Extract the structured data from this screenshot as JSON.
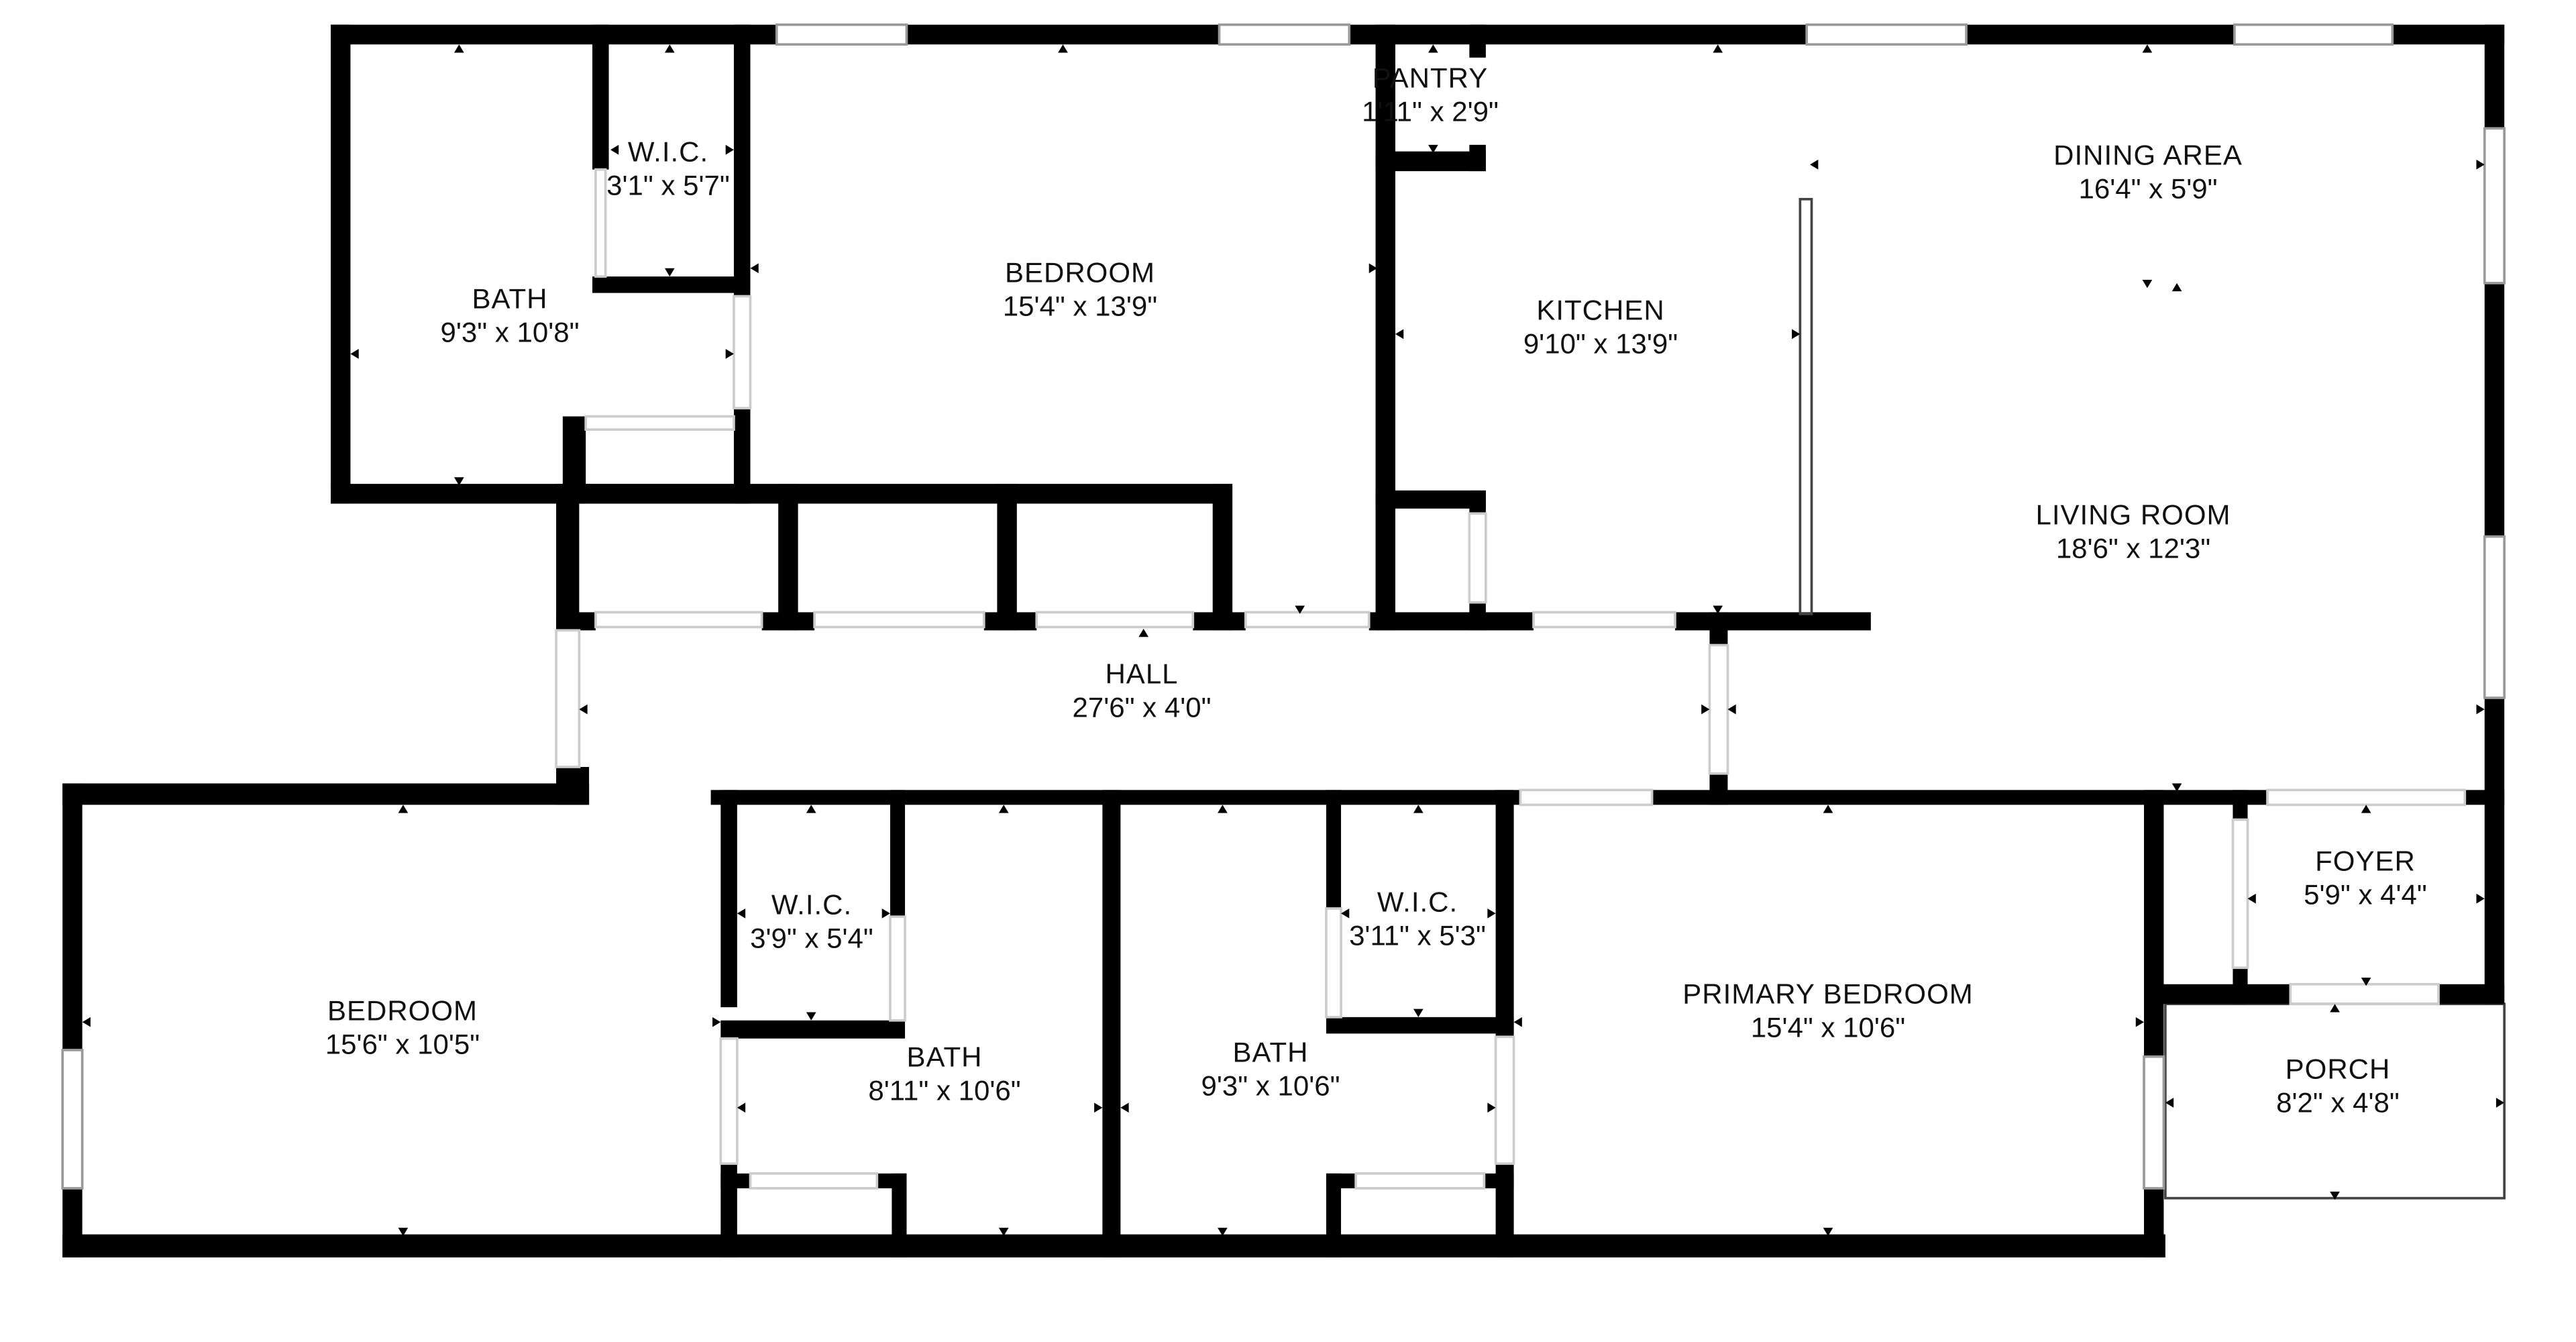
{
  "colors": {
    "wall": "#000000",
    "background": "#ffffff",
    "window_frame": "#9a9a9a",
    "opening": "#cccccc",
    "porch_outline": "#444444",
    "text": "#111111"
  },
  "rooms": [
    {
      "id": "bath-nw",
      "name": "BATH",
      "dims": "9'3\" x 10'8\""
    },
    {
      "id": "wic-nw",
      "name": "W.I.C.",
      "dims": "3'1\" x 5'7\""
    },
    {
      "id": "bedroom-north",
      "name": "BEDROOM",
      "dims": "15'4\" x 13'9\""
    },
    {
      "id": "pantry",
      "name": "PANTRY",
      "dims": "1'11\" x 2'9\""
    },
    {
      "id": "kitchen",
      "name": "KITCHEN",
      "dims": "9'10\" x 13'9\""
    },
    {
      "id": "dining-area",
      "name": "DINING AREA",
      "dims": "16'4\" x 5'9\""
    },
    {
      "id": "living-room",
      "name": "LIVING ROOM",
      "dims": "18'6\" x 12'3\""
    },
    {
      "id": "hall",
      "name": "HALL",
      "dims": "27'6\" x 4'0\""
    },
    {
      "id": "bedroom-southwest",
      "name": "BEDROOM",
      "dims": "15'6\" x 10'5\""
    },
    {
      "id": "wic-south-1",
      "name": "W.I.C.",
      "dims": "3'9\" x 5'4\""
    },
    {
      "id": "bath-south-1",
      "name": "BATH",
      "dims": "8'11\" x 10'6\""
    },
    {
      "id": "bath-south-2",
      "name": "BATH",
      "dims": "9'3\" x 10'6\""
    },
    {
      "id": "wic-south-2",
      "name": "W.I.C.",
      "dims": "3'11\" x 5'3\""
    },
    {
      "id": "primary-bedroom",
      "name": "PRIMARY BEDROOM",
      "dims": "15'4\" x 10'6\""
    },
    {
      "id": "foyer",
      "name": "FOYER",
      "dims": "5'9\" x 4'4\""
    },
    {
      "id": "porch",
      "name": "PORCH",
      "dims": "8'2\" x 4'8\""
    }
  ]
}
